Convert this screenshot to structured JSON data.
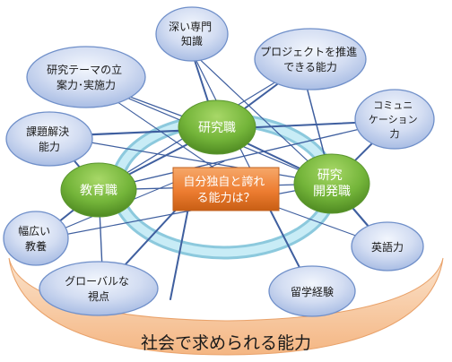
{
  "footer": {
    "caption": "社会で求められる能力"
  },
  "center": {
    "line1": "自分独自と誇れ",
    "line2": "る能力は？"
  },
  "roles": [
    {
      "line1": "研究職",
      "line2": ""
    },
    {
      "line1": "教育職",
      "line2": ""
    },
    {
      "line1": "研究",
      "line2": "開発職"
    }
  ],
  "skills": [
    {
      "line1": "深い専門",
      "line2": "知識"
    },
    {
      "line1": "プロジェクトを推進",
      "line2": "できる能力"
    },
    {
      "line1": "研究テーマの立",
      "line2": "案力･実施力"
    },
    {
      "line1": "コミュニ",
      "line2": "ケーション",
      "line3": "力"
    },
    {
      "line1": "課題解決",
      "line2": "能力"
    },
    {
      "line1": "幅広い",
      "line2": "教養"
    },
    {
      "line1": "英語力",
      "line2": ""
    },
    {
      "line1": "グローバルな",
      "line2": "視点"
    },
    {
      "line1": "留学経験",
      "line2": ""
    }
  ],
  "colors": {
    "bubble_fill": "#c6d3ee",
    "bubble_stroke": "#6f8fc9",
    "role_fill": "#72b336",
    "center_fill": "#ed7d31",
    "ring": "#a5d8e8",
    "arc": "#f7c9a1",
    "line": "#3f5f9f"
  }
}
